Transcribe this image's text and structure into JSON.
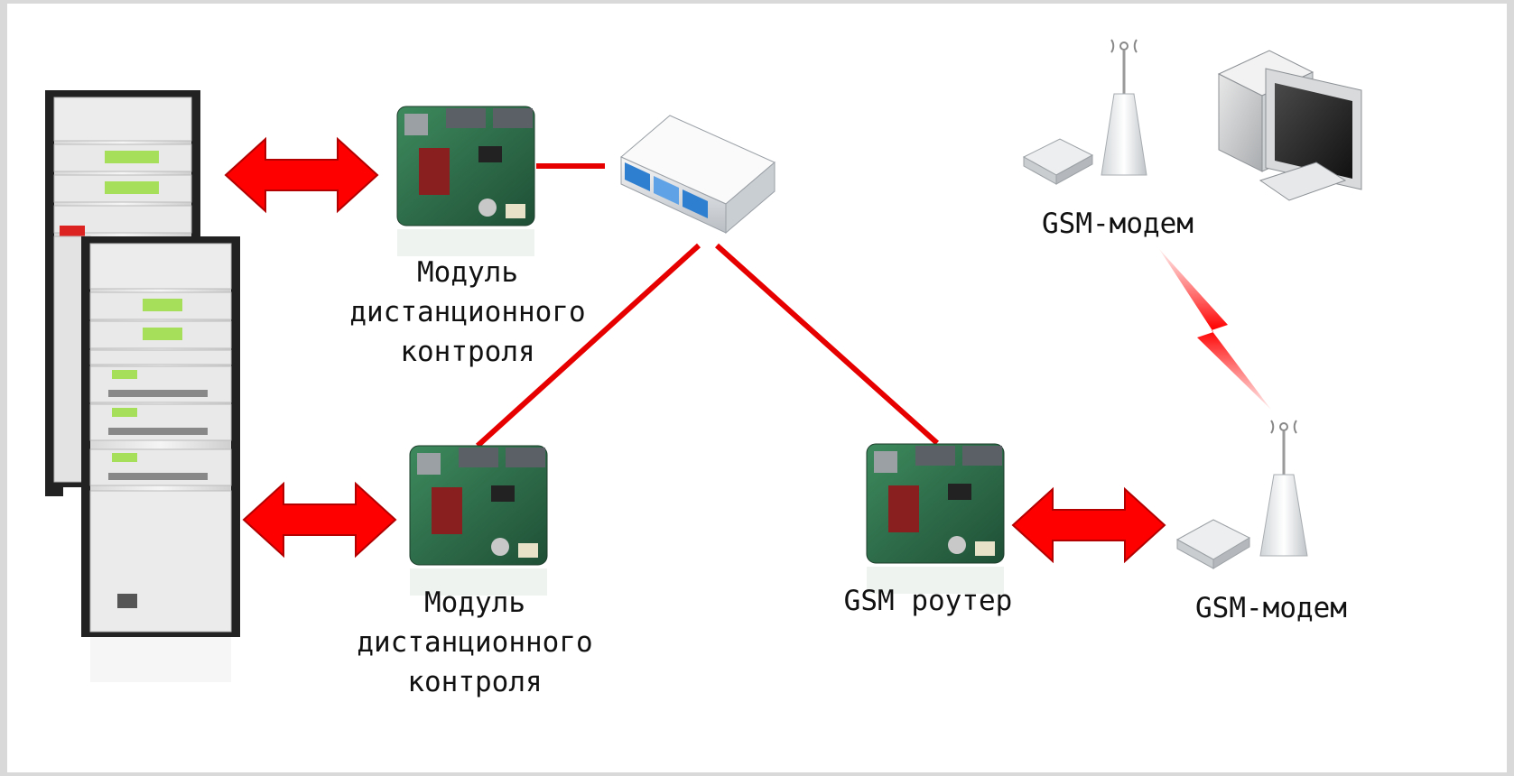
{
  "diagram": {
    "labels": {
      "module_top": "Модуль\nдистанционного\nконтроля",
      "module_bottom": "Модуль\nдистанционного\nконтроля",
      "gsm_router": "GSM роутер",
      "gsm_modem_top": "GSM-модем",
      "gsm_modem_right": "GSM-модем"
    },
    "colors": {
      "link": "#e60000",
      "arrow": "#ff0000",
      "arrow_edge": "#b30000",
      "pcb": "#2f6b4a",
      "switch_accent": "#2f7fd0"
    },
    "icons": [
      "transmitter-rack-icon",
      "remote-module-board-icon",
      "network-switch-icon",
      "gsm-router-board-icon",
      "gsm-modem-icon",
      "antenna-icon",
      "computer-icon",
      "wireless-link-icon",
      "bidirectional-arrow-icon"
    ]
  }
}
